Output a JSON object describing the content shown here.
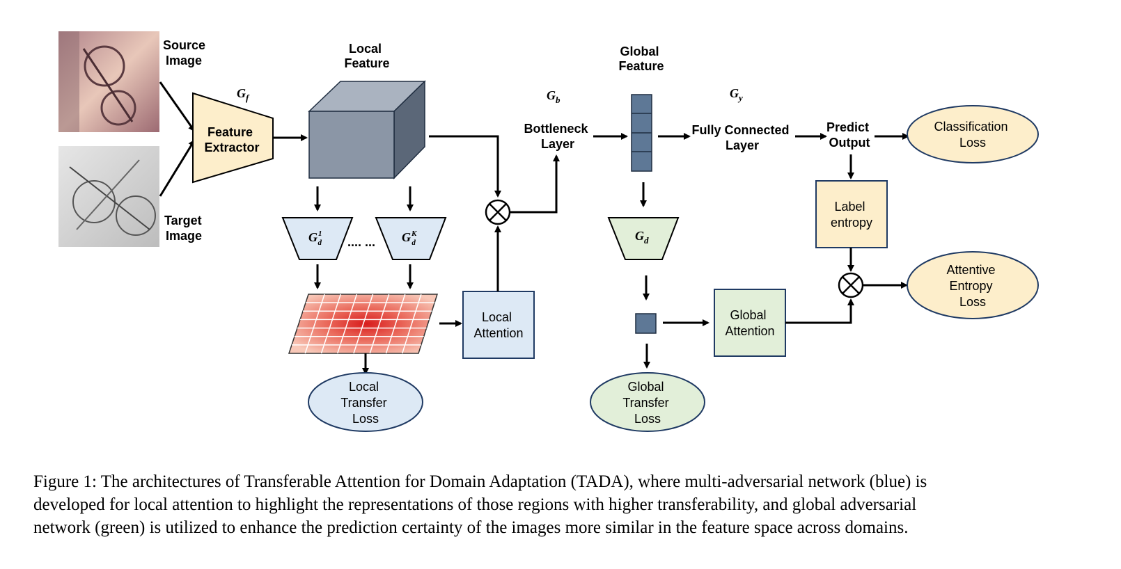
{
  "labels": {
    "source_image": [
      "Source",
      "Image"
    ],
    "target_image": [
      "Target",
      "Image"
    ],
    "feature_extractor": [
      "Feature",
      "Extractor"
    ],
    "gf": "G",
    "gf_sub": "f",
    "local_feature": [
      "Local",
      "Feature"
    ],
    "gd1": "G",
    "gd1_sub": "d",
    "gd1_sup": "1",
    "gdk": "G",
    "gdk_sub": "d",
    "gdk_sup": "K",
    "ellipsis": ".... ...",
    "local_transfer_loss": [
      "Local",
      "Transfer",
      "Loss"
    ],
    "local_attention": [
      "Local",
      "Attention"
    ],
    "gb": "G",
    "gb_sub": "b",
    "bottleneck": [
      "Bottleneck",
      "Layer"
    ],
    "global_feature": [
      "Global",
      "Feature"
    ],
    "gd": "G",
    "gd_sub": "d",
    "global_transfer_loss": [
      "Global",
      "Transfer",
      "Loss"
    ],
    "global_attention": [
      "Global",
      "Attention"
    ],
    "gy": "G",
    "gy_sub": "y",
    "fully_connected": [
      "Fully Connected",
      "Layer"
    ],
    "predict_output": [
      "Predict",
      "Output"
    ],
    "classification_loss": [
      "Classification",
      "Loss"
    ],
    "label_entropy": [
      "Label",
      "entropy"
    ],
    "attentive_entropy_loss": [
      "Attentive",
      "Entropy",
      "Loss"
    ]
  },
  "caption": [
    "Figure 1: The architectures of Transferable Attention for Domain Adaptation (TADA), where multi-adversarial network (blue) is",
    "developed for local attention to highlight the representations of those regions with higher transferability, and global adversarial",
    "network (green) is utilized to enhance the prediction certainty of the images more similar in the feature space across domains."
  ],
  "colors": {
    "yellow_fill": "#fdeecb",
    "blue_fill": "#dde9f5",
    "green_fill": "#e2efd9",
    "cube_front": "#8b96a6",
    "cube_top": "#aab3c0",
    "cube_side": "#5b6778",
    "global_feature_fill": "#5e7896",
    "outline": "#1f3a63",
    "heatmap_peak": "#d81c1c",
    "heatmap_base": "#f6b9a8"
  }
}
